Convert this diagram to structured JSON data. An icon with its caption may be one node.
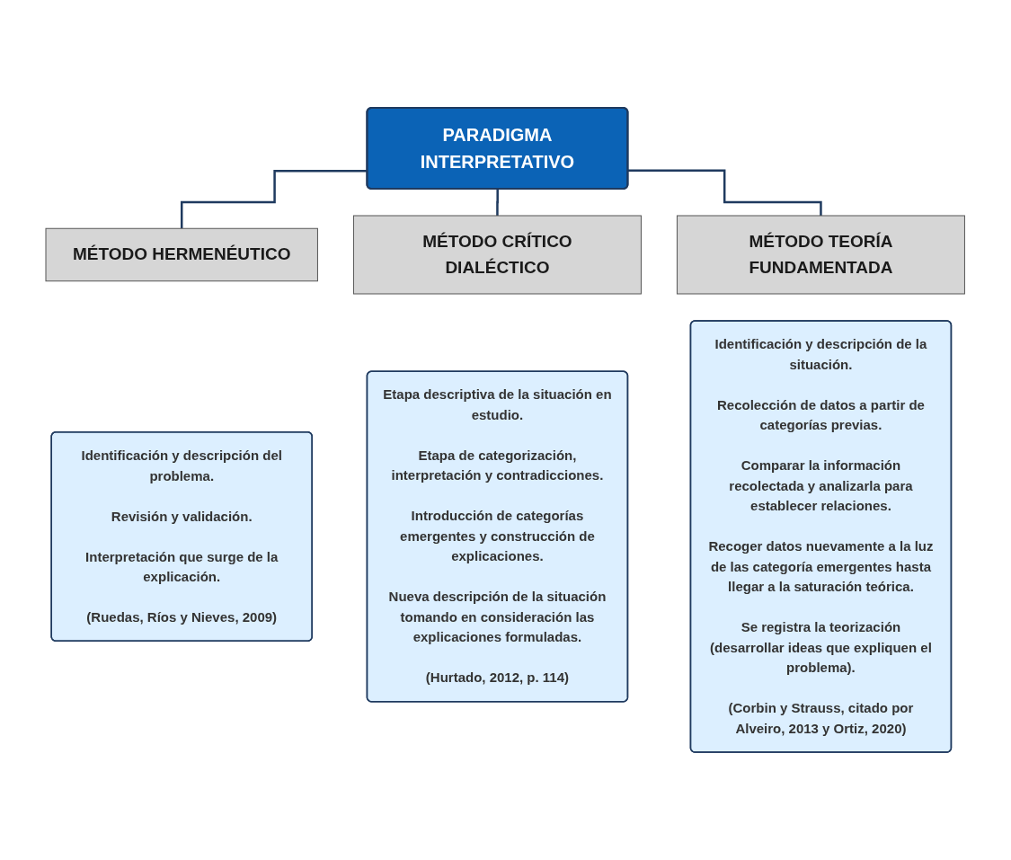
{
  "diagram": {
    "nodes": [
      {
        "text": [
          "PARADIGMA INTERPRETATIVO"
        ]
      },
      {
        "text": [
          "MÉTODO HERMENÉUTICO"
        ]
      },
      {
        "text": [
          "Identificación y descripción del problema.",
          "Revisión y validación.",
          "Interpretación que surge de la explicación.",
          "(**Ruedas, Ríos y Nieves, 2009**)"
        ]
      },
      {
        "text": [
          "MÉTODO CRÍTICO DIALÉCTICO"
        ]
      },
      {
        "text": [
          "Etapa descriptiva de la situación en estudio.",
          "Etapa de categorización, interpretación y contradicciones.",
          "Introducción de categorías emergentes y construcción de explicaciones.",
          "Nueva descripción de la situación tomando en consideración las explicaciones formuladas.",
          "(**Hurtado, 2012, p. 114**)"
        ]
      },
      {
        "text": [
          "MÉTODO TEORÍA FUNDAMENTADA"
        ]
      },
      {
        "text": [
          "Identificación y descripción de la situación.",
          "Recolección de datos a partir de categorías previas.",
          "Comparar la información recolectada y analizarla para establecer relaciones.",
          "Recoger datos nuevamente a la luz de las categoría emergentes hasta llegar a la saturación teórica.",
          "Se registra la teorización (desarrollar ideas que expliquen el problema).",
          "(**Corbin y Strauss, citado por Alveiro, 2013 y Ortiz, 2020**)"
        ]
      }
    ],
    "edges": [
      {
        "from": 0,
        "to": 1,
        "arrow": "none"
      },
      {
        "from": 0,
        "to": 3,
        "arrow": "none"
      },
      {
        "from": 0,
        "to": 5,
        "arrow": "none"
      }
    ]
  }
}
